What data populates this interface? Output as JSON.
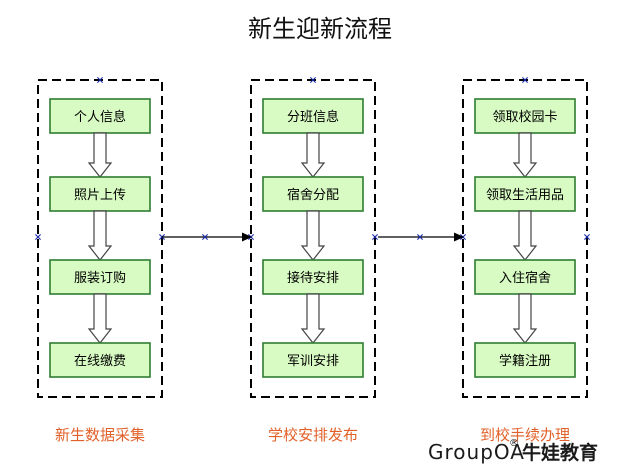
{
  "title": "新生迎新流程",
  "groups": [
    {
      "label": "新生数据采集",
      "steps": [
        "个人信息",
        "照片上传",
        "服装订购",
        "在线缴费"
      ]
    },
    {
      "label": "学校安排发布",
      "steps": [
        "分班信息",
        "宿舍分配",
        "接待安排",
        "军训安排"
      ]
    },
    {
      "label": "到校手续办理",
      "steps": [
        "领取校园卡",
        "领取生活用品",
        "入住宿舍",
        "学籍注册"
      ]
    }
  ],
  "watermark": {
    "latin": "GroupOA",
    "registered": "®",
    "chinese": "牛娃教育"
  },
  "colors": {
    "node_fill": "#d8fbc3",
    "node_border": "#2e7d32",
    "group_label": "#e2612a",
    "handle_marker": "#1a2aa8"
  }
}
